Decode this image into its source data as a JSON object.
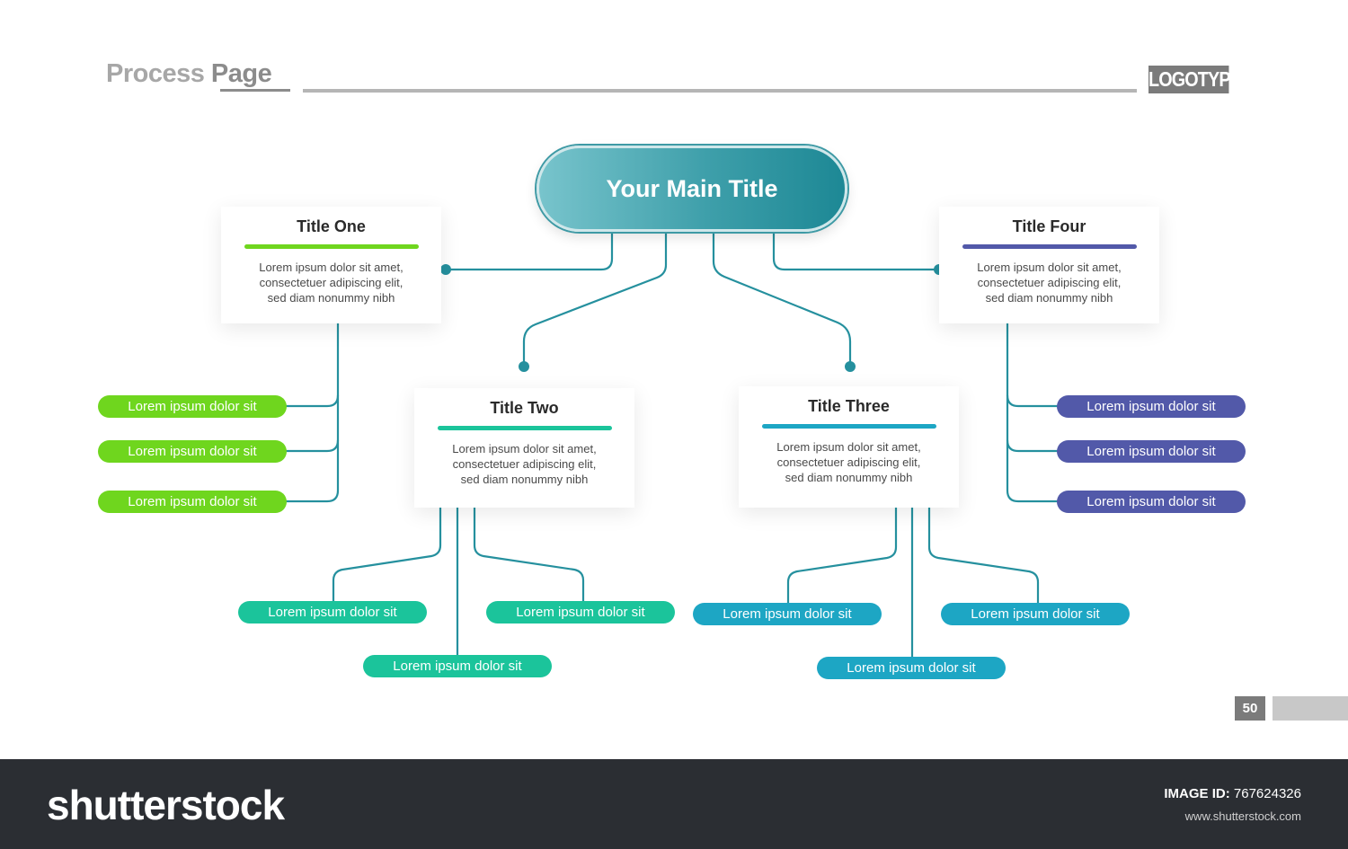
{
  "header": {
    "title_word1": "Process",
    "title_word2": "Page",
    "logotype": "LOGOTYPE"
  },
  "main": {
    "title": "Your Main Title"
  },
  "cards": [
    {
      "title": "Title One",
      "text": "Lorem ipsum dolor sit amet,\nconsectetuer adipiscing elit,\nsed diam nonummy nibh",
      "color": "#6fd61e"
    },
    {
      "title": "Title Two",
      "text": "Lorem ipsum dolor sit amet,\nconsectetuer adipiscing elit,\nsed diam nonummy nibh",
      "color": "#1bc49b"
    },
    {
      "title": "Title Three",
      "text": "Lorem ipsum dolor sit amet,\nconsectetuer adipiscing elit,\nsed diam nonummy nibh",
      "color": "#1da6c4"
    },
    {
      "title": "Title Four",
      "text": "Lorem ipsum dolor sit amet,\nconsectetuer adipiscing elit,\nsed diam nonummy nibh",
      "color": "#5259a9"
    }
  ],
  "branches": {
    "one": [
      "Lorem ipsum dolor sit",
      "Lorem ipsum dolor sit",
      "Lorem ipsum dolor sit"
    ],
    "two": [
      "Lorem ipsum dolor sit",
      "Lorem ipsum dolor sit",
      "Lorem ipsum dolor sit"
    ],
    "three": [
      "Lorem ipsum dolor sit",
      "Lorem ipsum dolor sit",
      "Lorem ipsum dolor sit"
    ],
    "four": [
      "Lorem ipsum dolor sit",
      "Lorem ipsum dolor sit",
      "Lorem ipsum dolor sit"
    ]
  },
  "connector_color": "#25909e",
  "page_number": "50",
  "footer": {
    "brand": "shutterstock",
    "image_id_label": "IMAGE ID:",
    "image_id": "767624326",
    "url": "www.shutterstock.com"
  }
}
